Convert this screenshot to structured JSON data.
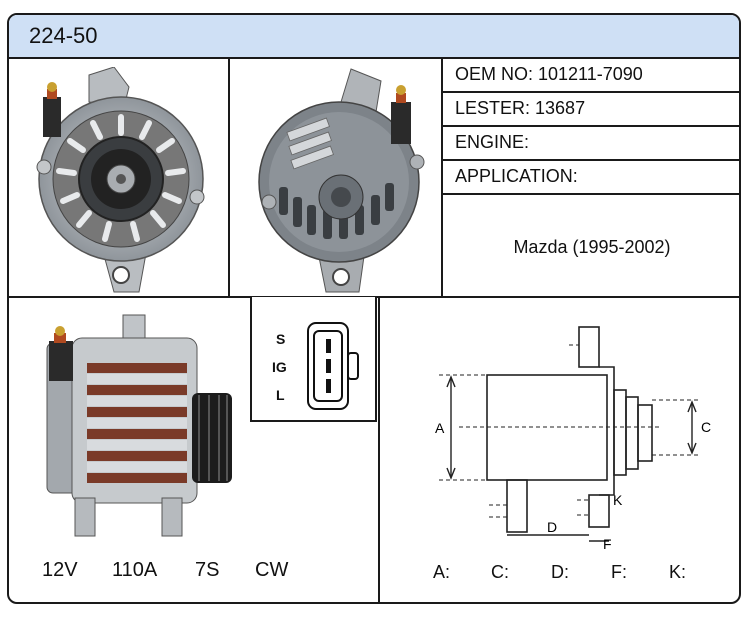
{
  "header": {
    "part_number": "224-50"
  },
  "specs": {
    "oem_no": "OEM NO: 101211-7090",
    "lester": "LESTER: 13687",
    "engine": "ENGINE:",
    "application": "APPLICATION:",
    "application_value": "Mazda (1995-2002)"
  },
  "connector": {
    "pins": [
      "S",
      "IG",
      "L"
    ]
  },
  "electrical": {
    "voltage": "12V",
    "amperage": "110A",
    "pulley": "7S",
    "rotation": "CW"
  },
  "dimensions": {
    "labels": [
      "A:",
      "C:",
      "D:",
      "F:",
      "K:"
    ],
    "drawing_letters": {
      "a": "A",
      "c": "C",
      "d": "D",
      "f": "F",
      "k": "K"
    }
  },
  "colors": {
    "title_bar": "#cfe0f5",
    "border": "#1a1a1a"
  }
}
